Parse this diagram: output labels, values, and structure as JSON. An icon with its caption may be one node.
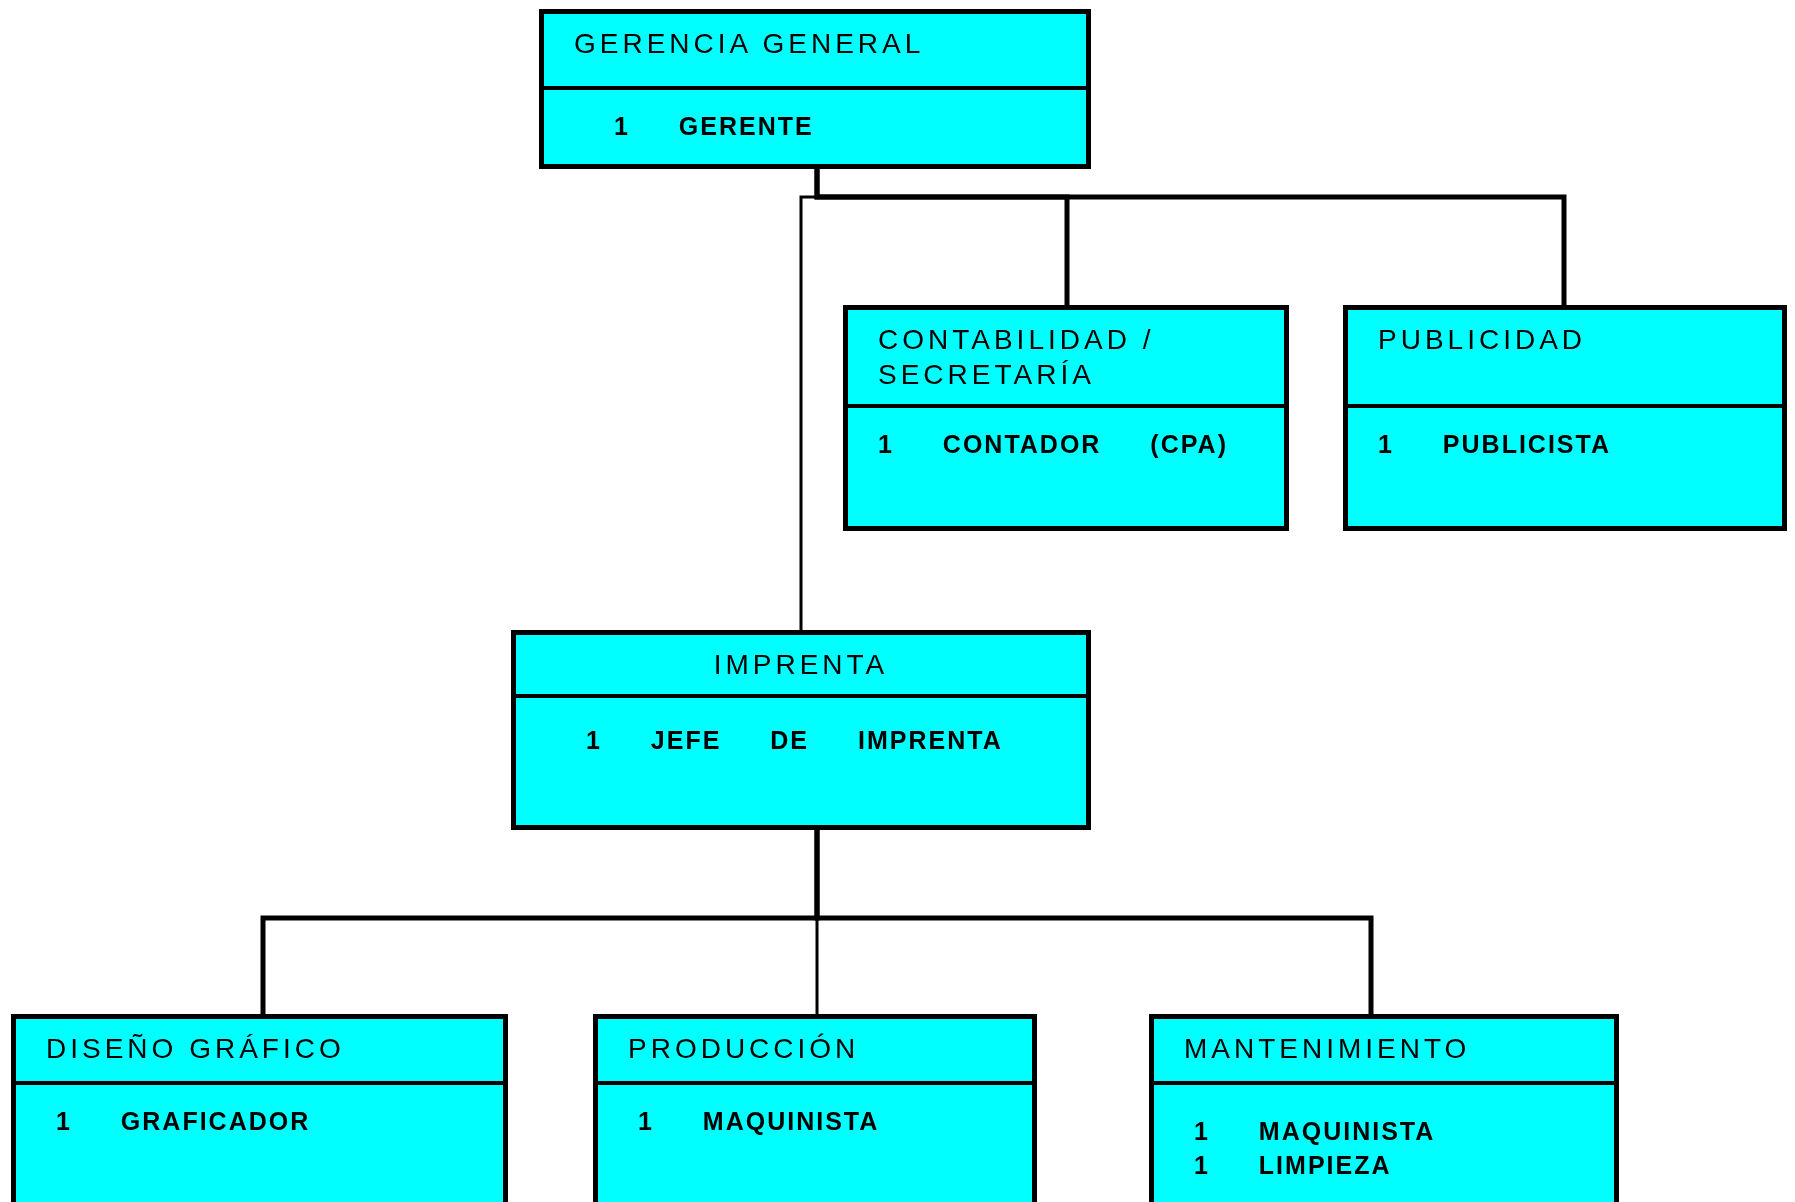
{
  "diagram": {
    "nodes": [
      {
        "text": [
          "GERENCIA GENERAL",
          "1 GERENTE"
        ]
      },
      {
        "text": [
          "CONTABILIDAD / SECRETARÍA",
          "1 CONTADOR (CPA)"
        ]
      },
      {
        "text": [
          "PUBLICIDAD",
          "1 PUBLICISTA"
        ]
      },
      {
        "text": [
          "IMPRENTA",
          "1 JEFE DE IMPRENTA"
        ]
      },
      {
        "text": [
          "DISEÑO GRÁFICO",
          "1 GRAFICADOR"
        ]
      },
      {
        "text": [
          "PRODUCCIÓN",
          "1 MAQUINISTA"
        ]
      },
      {
        "text": [
          "MANTENIMIENTO",
          "1 MAQUINISTA",
          "1 LIMPIEZA"
        ]
      }
    ],
    "edges": [
      {
        "from": 0,
        "to": 1,
        "arrow": "none"
      },
      {
        "from": 0,
        "to": 2,
        "arrow": "none"
      },
      {
        "from": 0,
        "to": 3,
        "arrow": "none"
      },
      {
        "from": 3,
        "to": 4,
        "arrow": "none"
      },
      {
        "from": 3,
        "to": 5,
        "arrow": "none"
      },
      {
        "from": 3,
        "to": 6,
        "arrow": "none"
      }
    ]
  }
}
